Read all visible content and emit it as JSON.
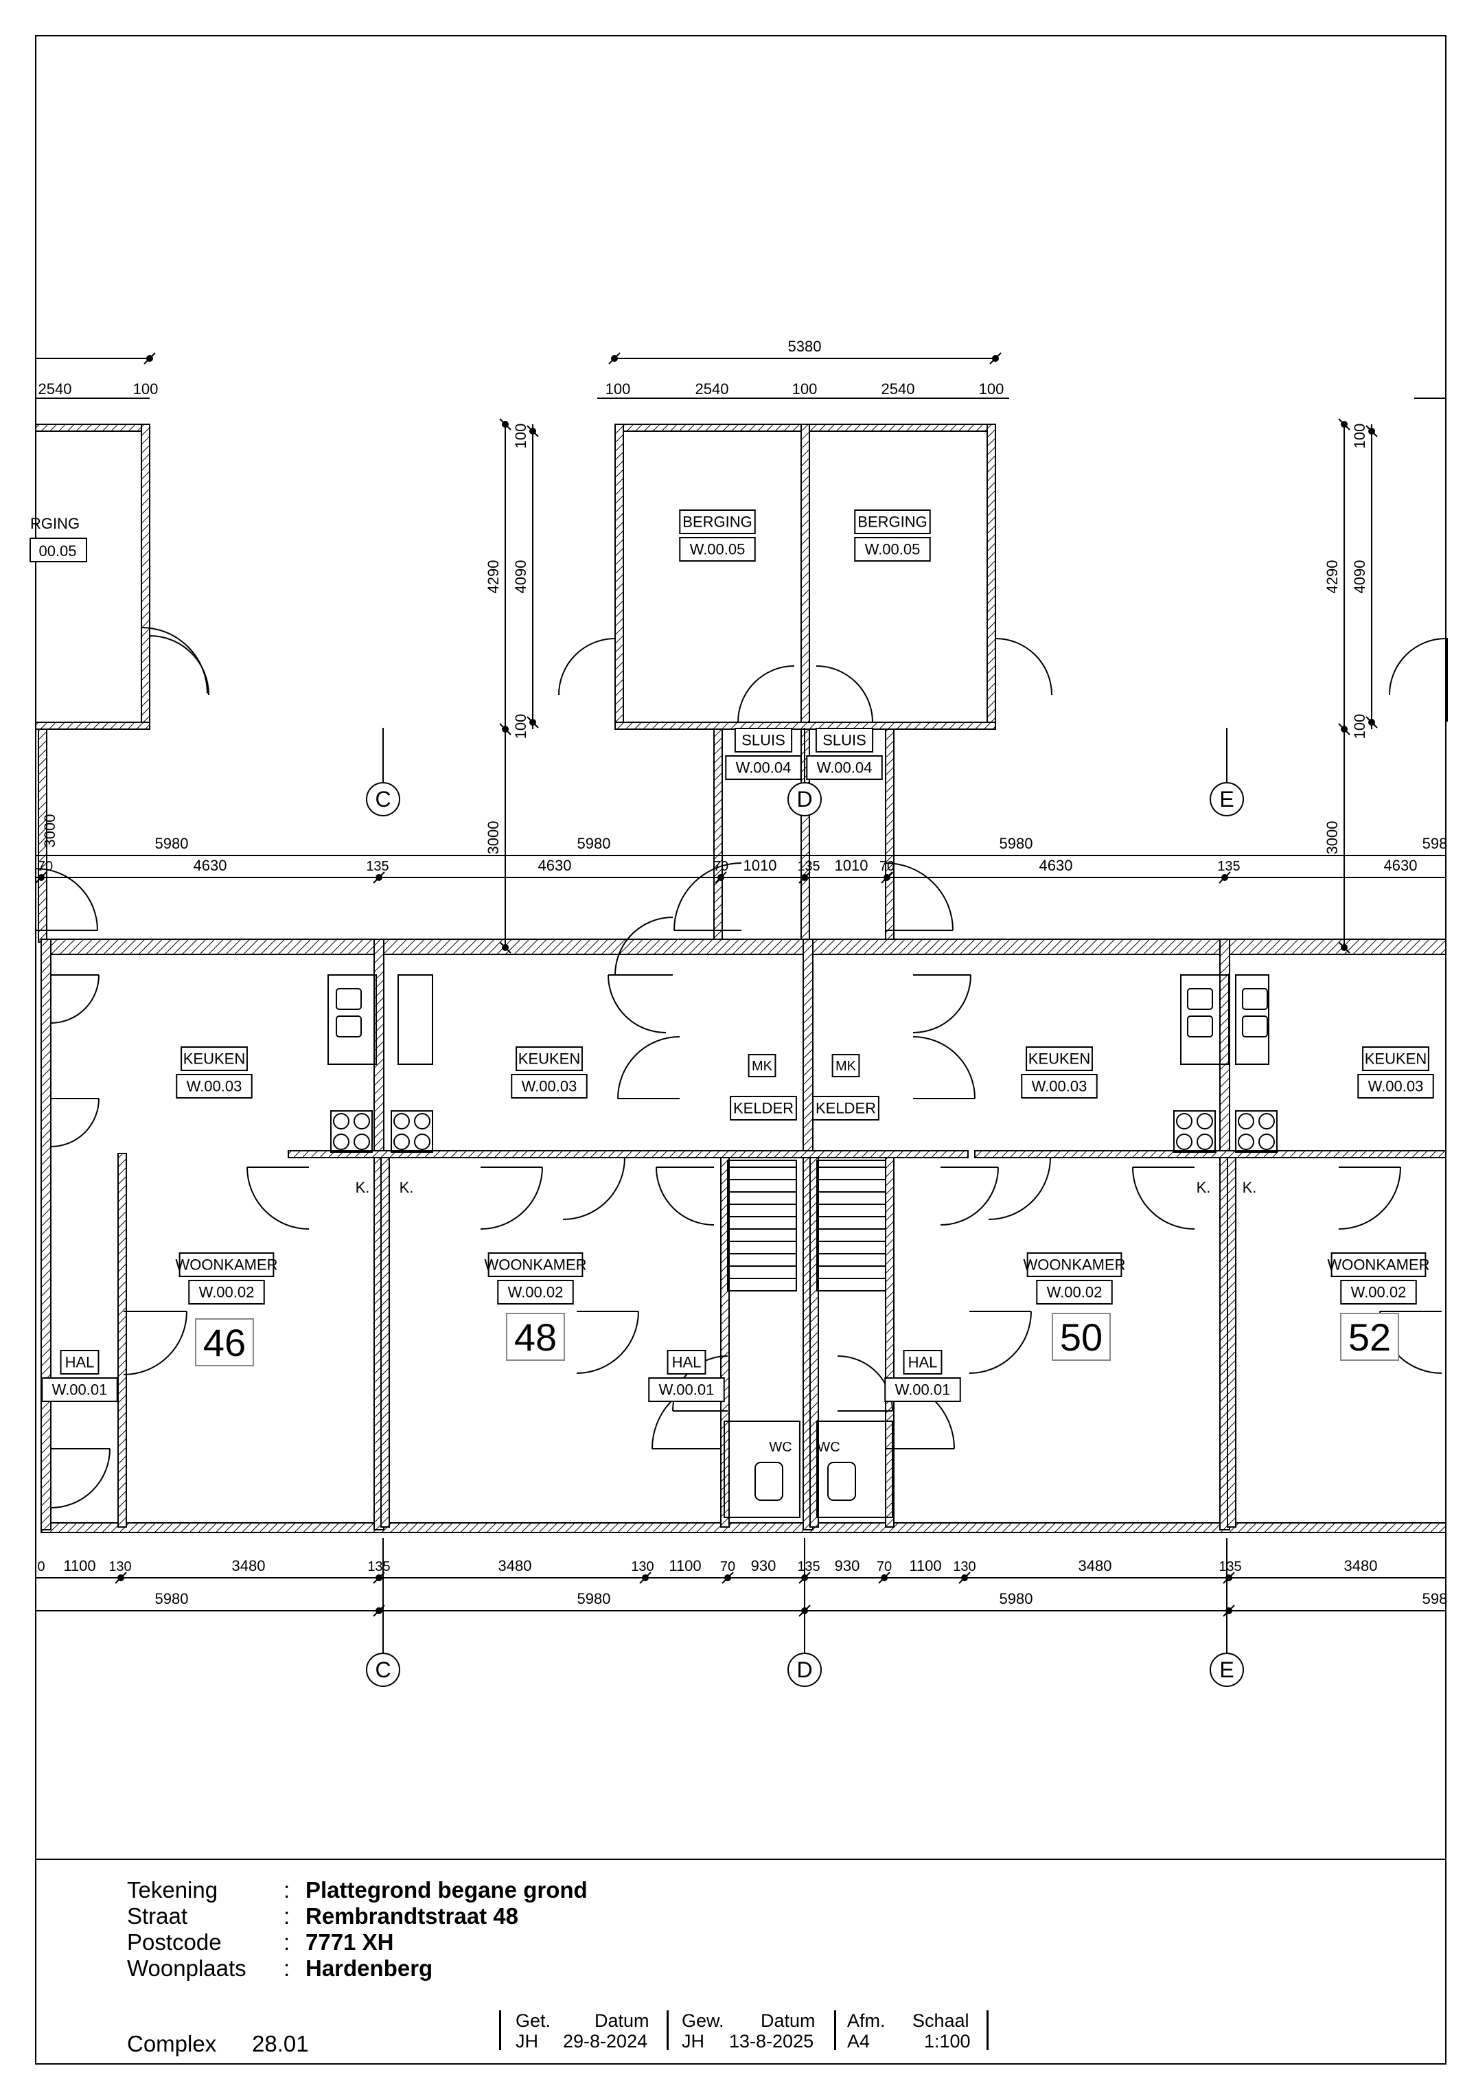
{
  "drawing": {
    "stroke_color": "#000000",
    "background_color": "#ffffff",
    "rooms": [
      {
        "name": "BERGING",
        "code": "W.00.05"
      },
      {
        "name": "SLUIS",
        "code": "W.00.04"
      },
      {
        "name": "KEUKEN",
        "code": "W.00.03"
      },
      {
        "name": "WOONKAMER",
        "code": "W.00.02"
      },
      {
        "name": "HAL",
        "code": "W.00.01"
      }
    ],
    "small_labels": {
      "mk": "MK",
      "kelder": "KELDER",
      "wc": "WC",
      "k": "K.",
      "berging_cut": "RGING",
      "code_cut": "00.05"
    },
    "house_numbers": [
      "46",
      "48",
      "50",
      "52"
    ],
    "grid_labels": [
      "C",
      "D",
      "E"
    ],
    "dimensions": {
      "top_total": "5380",
      "top_parts": [
        "100",
        "2540",
        "100",
        "2540",
        "100"
      ],
      "depth": [
        "4290",
        "4090",
        "100",
        "100",
        "3000"
      ],
      "unit_width": "5980",
      "unit_width_cut": "598",
      "front": [
        "4630",
        "70",
        "135",
        "1010"
      ],
      "rear": [
        "1100",
        "130",
        "3480",
        "135",
        "70",
        "930"
      ],
      "rear_cut": "0"
    }
  },
  "title_block": {
    "rows": [
      {
        "label": "Tekening",
        "value": "Plattegrond begane grond"
      },
      {
        "label": "Straat",
        "value": "Rembrandtstraat 48"
      },
      {
        "label": "Postcode",
        "value": "7771 XH"
      },
      {
        "label": "Woonplaats",
        "value": "Hardenberg"
      }
    ],
    "separator": ":",
    "complex_label": "Complex",
    "complex_value": "28.01",
    "columns": [
      {
        "head1": "Get.",
        "head2": "Datum",
        "val1": "JH",
        "val2": "29-8-2024"
      },
      {
        "head1": "Gew.",
        "head2": "Datum",
        "val1": "JH",
        "val2": "13-8-2025"
      },
      {
        "head1": "Afm.",
        "head2": "Schaal",
        "val1": "A4",
        "val2": "1:100"
      }
    ]
  }
}
